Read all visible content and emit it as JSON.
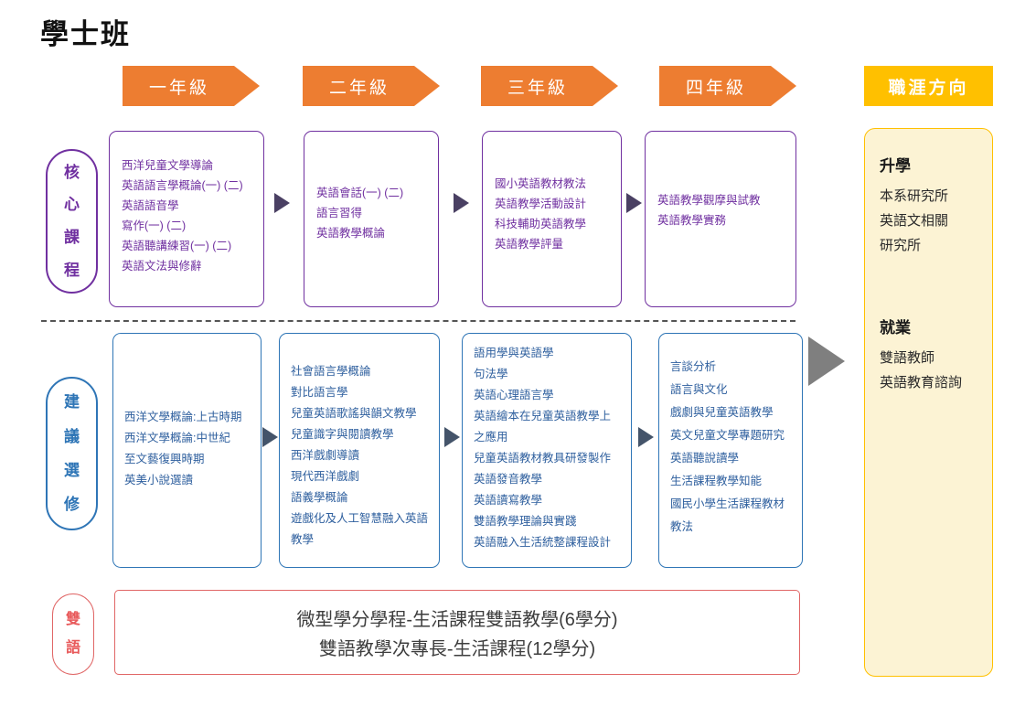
{
  "title": "學士班",
  "years": [
    "一年級",
    "二年級",
    "三年級",
    "四年級"
  ],
  "career": {
    "header": "職涯方向",
    "study": {
      "heading": "升學",
      "items": [
        "本系研究所",
        "英語文相關",
        "研究所"
      ]
    },
    "work": {
      "heading": "就業",
      "items": [
        "雙語教師",
        "英語教育諮詢"
      ]
    }
  },
  "core": {
    "label": "核心課程",
    "year1": [
      "西洋兒童文學導論",
      "英語語言學概論(一) (二)",
      "英語語音學",
      "寫作(一) (二)",
      "英語聽講練習(一) (二)",
      "英語文法與修辭"
    ],
    "year2": [
      "英語會話(一) (二)",
      "語言習得",
      "英語教學概論"
    ],
    "year3": [
      "國小英語教材教法",
      "英語教學活動設計",
      "科技輔助英語教學",
      "英語教學評量"
    ],
    "year4": [
      "英語教學觀摩與試教",
      "英語教學實務"
    ]
  },
  "electives": {
    "label": "建議選修",
    "year1": [
      "西洋文學概論:上古時期",
      "西洋文學概論:中世紀",
      "至文藝復興時期",
      "英美小說選讀"
    ],
    "year2": [
      "社會語言學概論",
      "對比語言學",
      "兒童英語歌謠與韻文教學",
      "兒童識字與閱讀教學",
      "西洋戲劇導讀",
      "現代西洋戲劇",
      "語義學概論",
      "遊戲化及人工智慧融入英語教學"
    ],
    "year3": [
      "語用學與英語學",
      "句法學",
      "英語心理語言學",
      "英語繪本在兒童英語教學上之應用",
      "兒童英語教材教具研發製作",
      "英語發音教學",
      "英語讀寫教學",
      "雙語教學理論與實踐",
      "英語融入生活統整課程設計"
    ],
    "year4": [
      "言談分析",
      "語言與文化",
      "戲劇與兒童英語教學",
      "英文兒童文學專題研究",
      "英語聽說讀學",
      "生活課程教學知能",
      "國民小學生活課程教材教法"
    ]
  },
  "bilingual": {
    "label": "雙語",
    "lines": [
      "微型學分學程-生活課程雙語教學(6學分)",
      "雙語教學次專長-生活課程(12學分)"
    ]
  },
  "colors": {
    "orange": "#ED7D31",
    "gold": "#FFC000",
    "light_yellow": "#FCF3D4",
    "purple": "#7030A0",
    "blue": "#2E75B6",
    "red": "#E06666",
    "arrow_dark": "#44546A",
    "arrow_gray": "#7F7F7F"
  }
}
